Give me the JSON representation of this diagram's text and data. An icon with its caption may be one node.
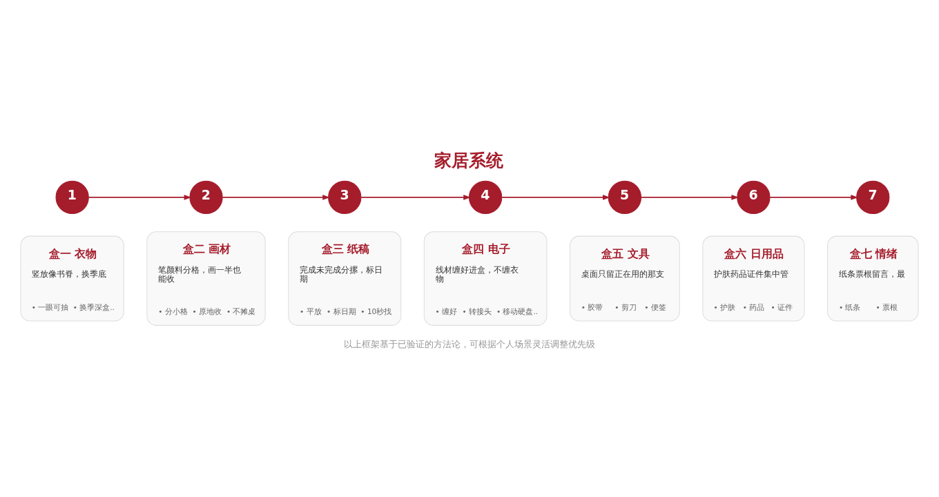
{
  "diagram": {
    "title": "家居系统",
    "caption": "以上框架基于已验证的方法论，可根据个人场景灵活调整优先级",
    "nodes": [
      {
        "text": [
          "1"
        ]
      },
      {
        "text": [
          "2"
        ]
      },
      {
        "text": [
          "3"
        ]
      },
      {
        "text": [
          "4"
        ]
      },
      {
        "text": [
          "5"
        ]
      },
      {
        "text": [
          "6"
        ]
      },
      {
        "text": [
          "7"
        ]
      },
      {
        "text": [
          "盒一 衣物",
          "竖放像书脊，换季底",
          "• 一眼可抽",
          "• 换季深盒.."
        ]
      },
      {
        "text": [
          "盒二 画材",
          "笔颜料分格，画一半也能收",
          "• 分小格",
          "• 原地收",
          "• 不摊桌"
        ]
      },
      {
        "text": [
          "盒三 纸稿",
          "完成未完成分摞，标日期",
          "• 平放",
          "• 标日期",
          "• 10秒找"
        ]
      },
      {
        "text": [
          "盒四 电子",
          "线材缠好进盒，不缠衣物",
          "• 缠好",
          "• 转接头",
          "• 移动硬盘.."
        ]
      },
      {
        "text": [
          "盒五 文具",
          "桌面只留正在用的那支",
          "• 胶带",
          "• 剪刀",
          "• 便签"
        ]
      },
      {
        "text": [
          "盒六 日用品",
          "护肤药品证件集中管",
          "• 护肤",
          "• 药品",
          "• 证件"
        ]
      },
      {
        "text": [
          "盒七 情绪",
          "纸条票根留言，最",
          "• 纸条",
          "• 票根"
        ]
      }
    ],
    "edges": [
      {
        "from": 0,
        "to": 1,
        "arrow": "to"
      },
      {
        "from": 1,
        "to": 2,
        "arrow": "to"
      },
      {
        "from": 2,
        "to": 3,
        "arrow": "to"
      },
      {
        "from": 3,
        "to": 4,
        "arrow": "to"
      },
      {
        "from": 4,
        "to": 5,
        "arrow": "to"
      },
      {
        "from": 5,
        "to": 6,
        "arrow": "to"
      }
    ]
  }
}
